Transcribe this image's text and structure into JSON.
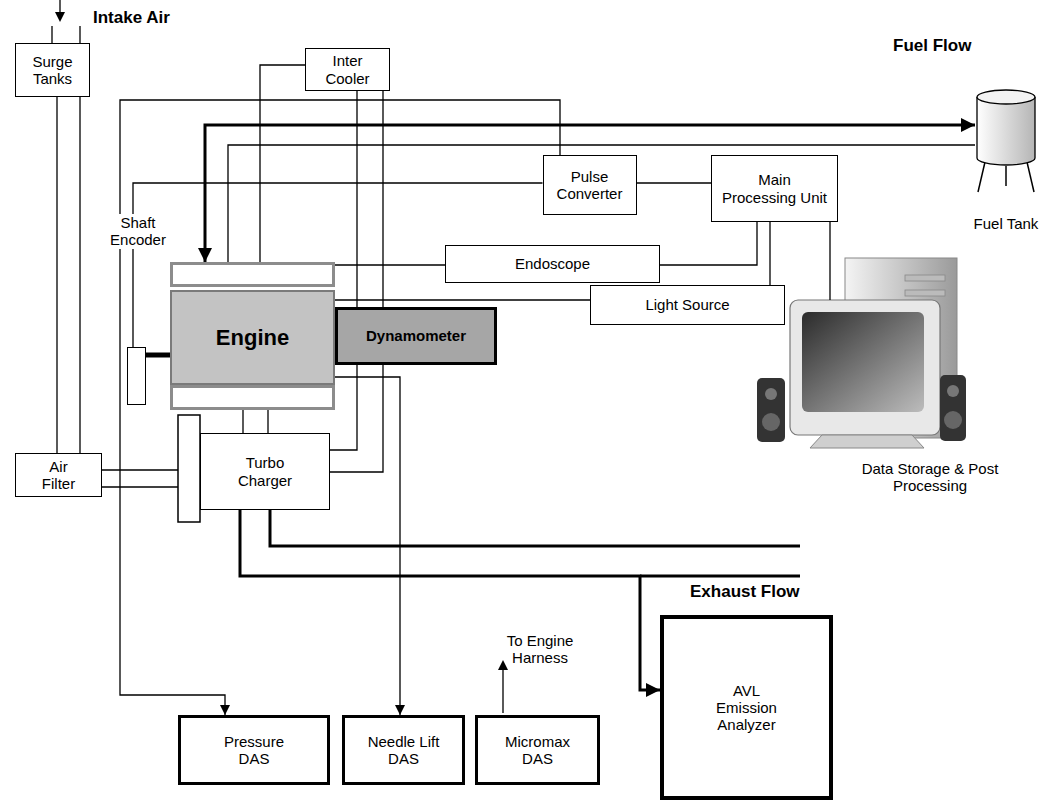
{
  "diagram": {
    "nodes": [
      {
        "text": [
          "Surge Tanks"
        ]
      },
      {
        "text": [
          "Inter Cooler"
        ]
      },
      {
        "text": [
          "Pulse Converter"
        ]
      },
      {
        "text": [
          "Main Processing Unit"
        ]
      },
      {
        "text": [
          "Fuel Tank"
        ]
      },
      {
        "text": [
          "Shaft Encoder"
        ]
      },
      {
        "text": [
          "Endoscope"
        ]
      },
      {
        "text": [
          "Engine"
        ]
      },
      {
        "text": [
          "Dynamometer"
        ]
      },
      {
        "text": [
          "Light Source"
        ]
      },
      {
        "text": [
          "Data Storage & Post Processing"
        ]
      },
      {
        "text": [
          "Air Filter"
        ]
      },
      {
        "text": [
          "Turbo Charger"
        ]
      },
      {
        "text": [
          "Pressure DAS"
        ]
      },
      {
        "text": [
          "Needle Lift DAS"
        ]
      },
      {
        "text": [
          "Micromax DAS"
        ]
      },
      {
        "text": [
          "AVL Emission Analyzer"
        ]
      }
    ],
    "edges": [
      {
        "from": 0,
        "to": 11,
        "arrow": "none"
      },
      {
        "from": 11,
        "to": 12,
        "arrow": "none"
      },
      {
        "from": 12,
        "to": 1,
        "arrow": "none"
      },
      {
        "from": 1,
        "to": 7,
        "arrow": "none"
      },
      {
        "from": 4,
        "to": 7,
        "arrow": "both"
      },
      {
        "from": 7,
        "to": 4,
        "arrow": "none"
      },
      {
        "from": 5,
        "to": 2,
        "arrow": "none"
      },
      {
        "from": 2,
        "to": 3,
        "arrow": "none"
      },
      {
        "from": 2,
        "to": 13,
        "arrow": "to"
      },
      {
        "from": 7,
        "to": 6,
        "arrow": "none"
      },
      {
        "from": 6,
        "to": 3,
        "arrow": "none"
      },
      {
        "from": 7,
        "to": 9,
        "arrow": "none"
      },
      {
        "from": 9,
        "to": 3,
        "arrow": "none"
      },
      {
        "from": 3,
        "to": 10,
        "arrow": "none"
      },
      {
        "from": 7,
        "to": 14,
        "arrow": "to"
      },
      {
        "from": 12,
        "to": 16,
        "arrow": "to"
      },
      {
        "from": 12,
        "to": 7,
        "arrow": "none"
      },
      {
        "from": 5,
        "to": 7,
        "arrow": "none"
      }
    ],
    "labels": [
      "Intake Air",
      "Fuel Flow",
      "Exhaust Flow",
      "To Engine Harness"
    ]
  }
}
